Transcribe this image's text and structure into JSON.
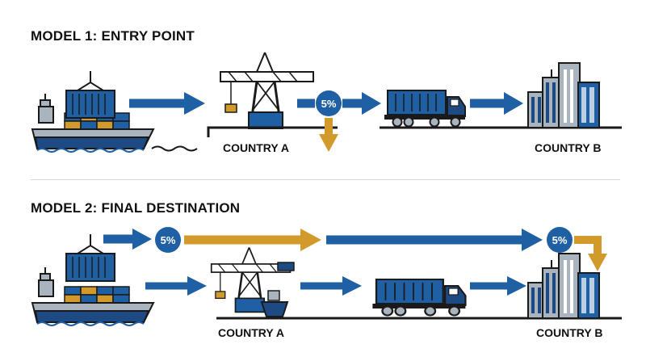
{
  "model1": {
    "title": "MODEL 1: ENTRY POINT",
    "country_a": "COUNTRY A",
    "country_b": "COUNTRY B",
    "tariff_badge": "5%"
  },
  "model2": {
    "title": "MODEL 2: FINAL DESTINATION",
    "country_a": "COUNTRY A",
    "country_b": "COUNTRY B",
    "tariff_badge_1": "5%",
    "tariff_badge_2": "5%"
  },
  "colors": {
    "blue": "#1f5fa3",
    "navy": "#1e4a84",
    "gold": "#d29a2a",
    "ink": "#1a1a1a",
    "grey": "#aab4bf"
  }
}
